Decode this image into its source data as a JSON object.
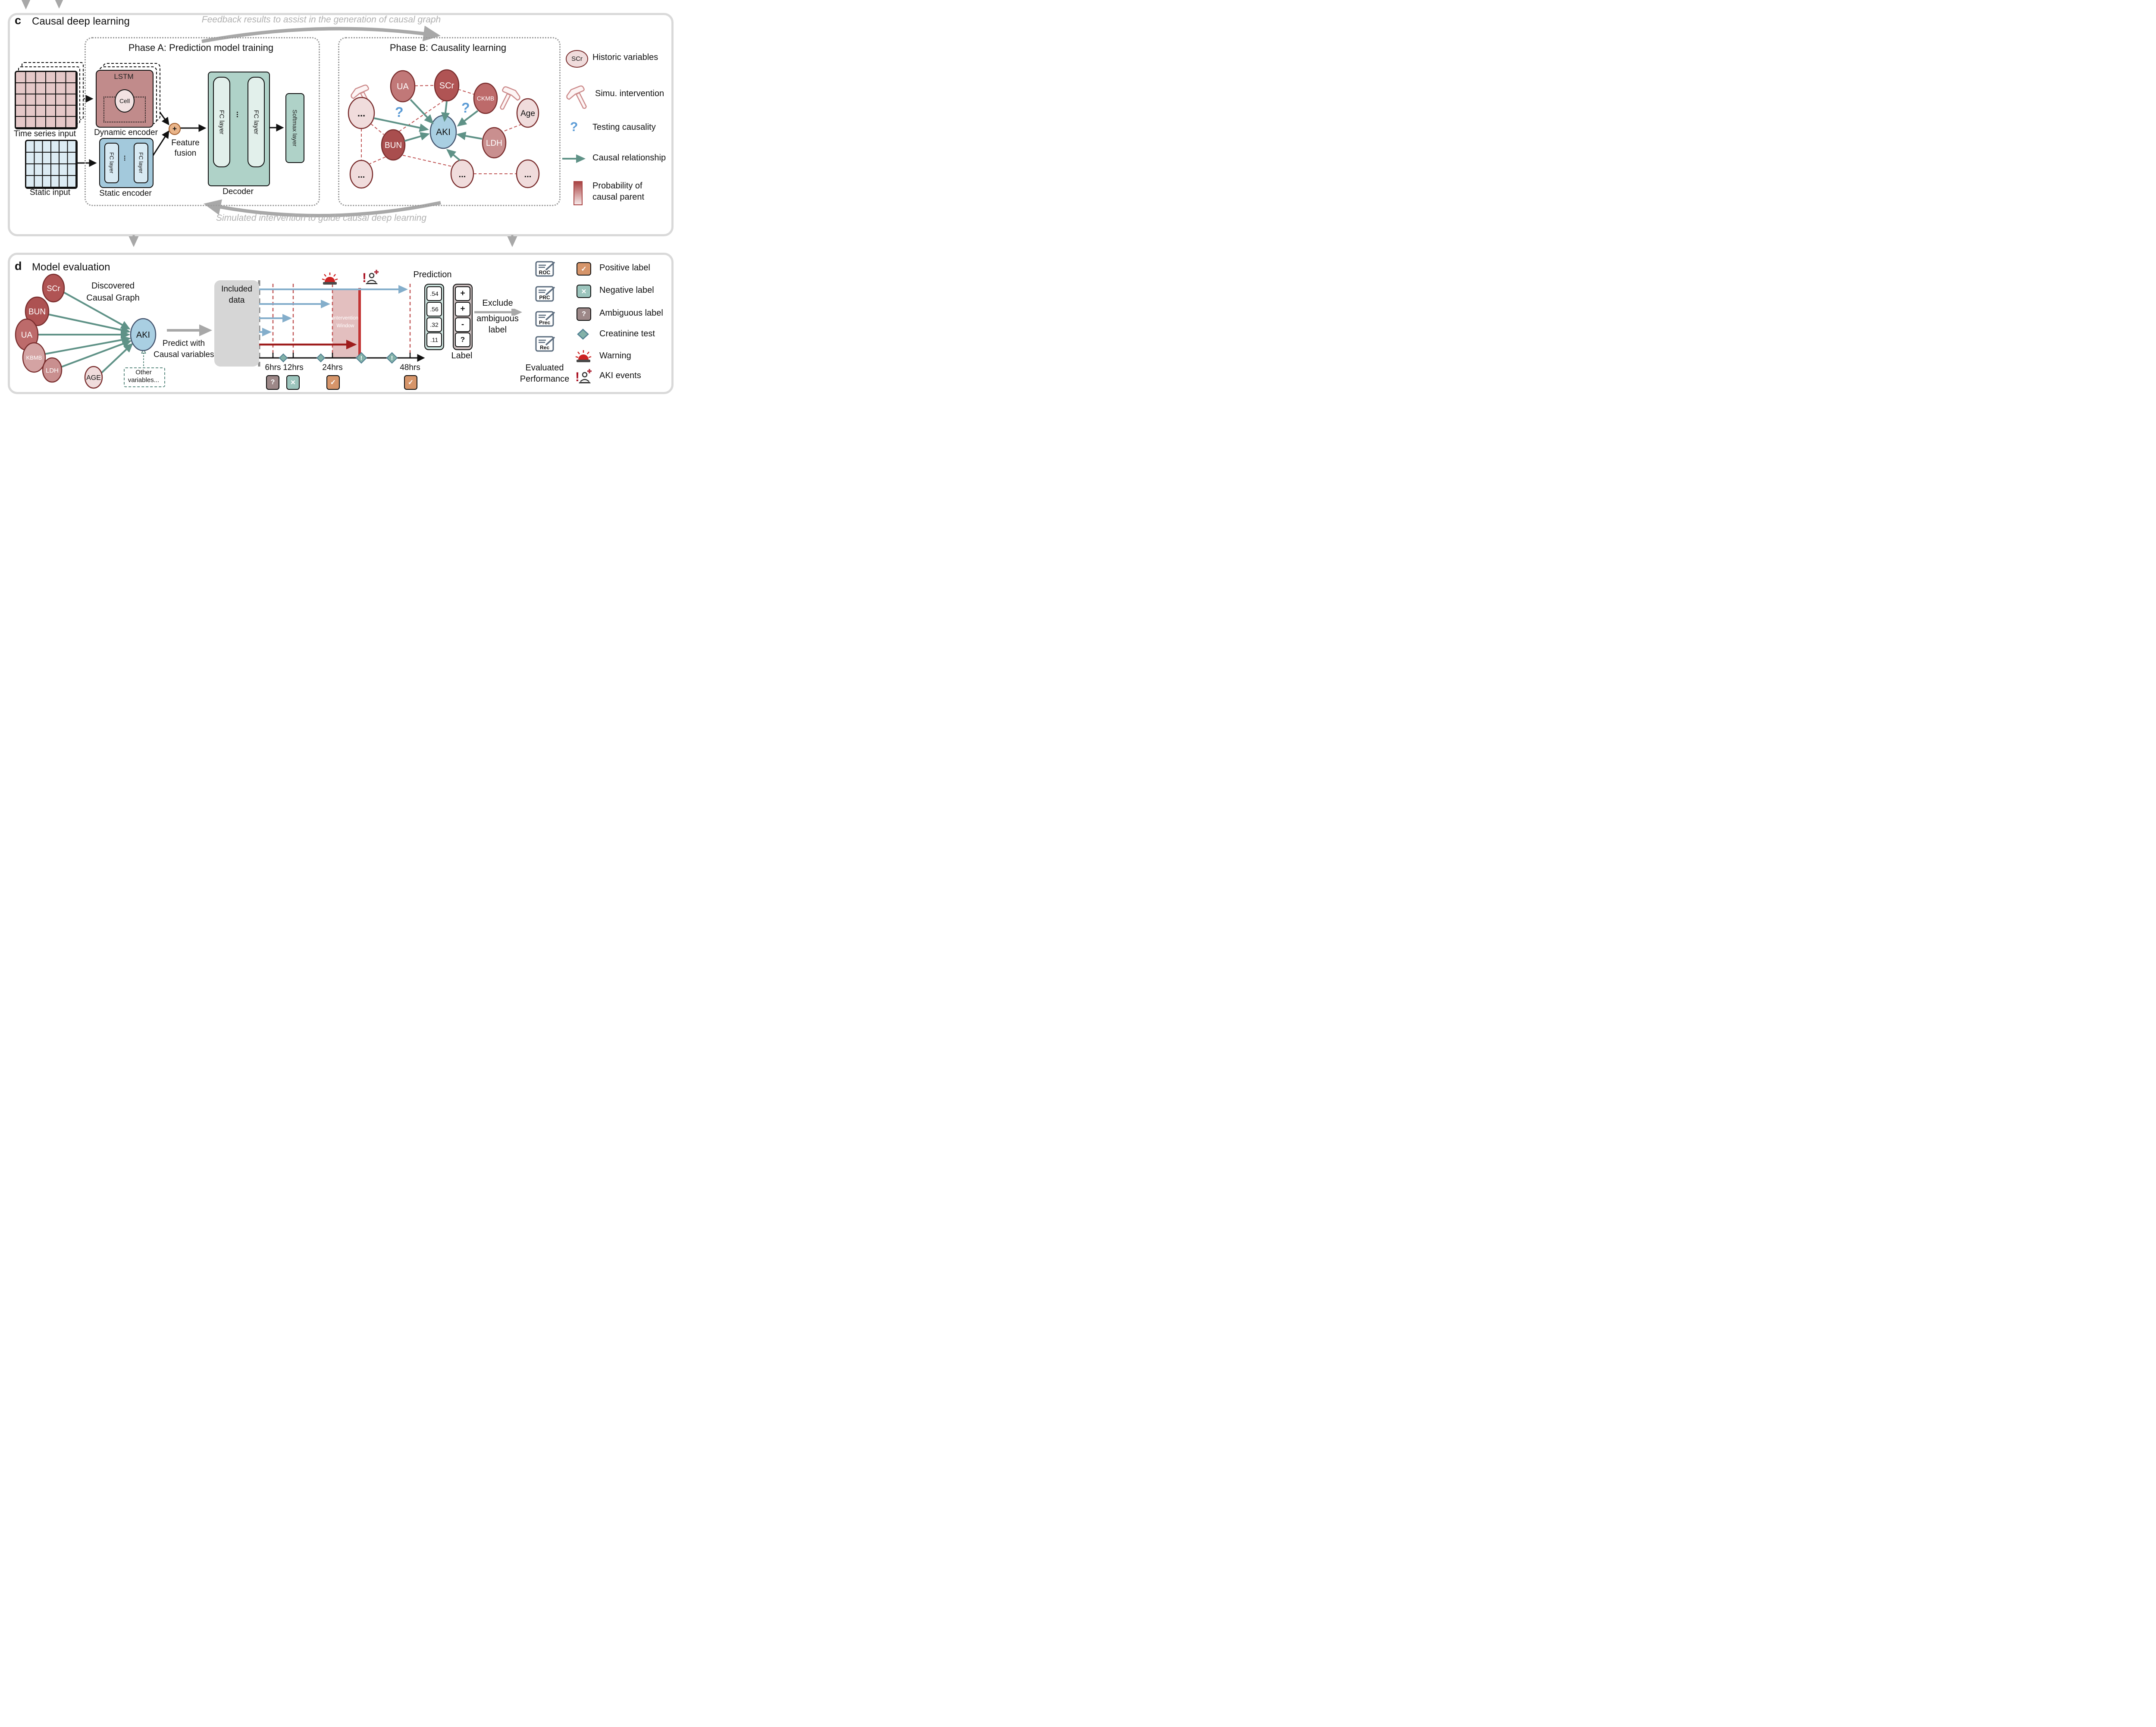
{
  "colors": {
    "panel_border": "#d9d9d9",
    "gray_arrow": "#a8a8a8",
    "teal_arrow": "#5f9287",
    "blue_arrow": "#84aecb",
    "red_arrow": "#9e1c1c",
    "red_dashed": "#c05555",
    "node_dark_red": "#b05454",
    "node_light_pink": "#f0dcdc",
    "aki_blue": "#a9cfe2",
    "question_blue": "#5b9bd5",
    "positive_orange": "#d6956a",
    "negative_teal": "#9cc5bd",
    "ambiguous_mauve": "#9d8888",
    "intervention_pink": "#c88080",
    "included_gray": "#d6d6d6"
  },
  "icons": {
    "question": "?",
    "exclaim": "!",
    "plus": "+",
    "check": "✓",
    "cross": "✕",
    "ellipsis": "..."
  },
  "panel_c": {
    "label": "c",
    "title": "Causal deep learning",
    "feedback_text": "Feedback results to assist in the generation of causal graph",
    "simulated_text": "Simulated intervention to guide causal deep learning",
    "phase_a": {
      "title": "Phase A: Prediction model training",
      "time_series_label": "Time series input",
      "static_input_label": "Static input",
      "lstm_label": "LSTM",
      "cell_label": "Cell",
      "dynamic_encoder_label": "Dynamic encoder",
      "static_encoder_label": "Static encoder",
      "fc_layer": "FC layer",
      "feature_fusion_line1": "Feature",
      "feature_fusion_line2": "fusion",
      "decoder_label": "Decoder",
      "softmax_label": "Softmax layer"
    },
    "phase_b": {
      "title": "Phase B: Causality learning",
      "nodes": {
        "ua": "UA",
        "scr": "SCr",
        "ckmb": "CKMB",
        "age": "Age",
        "bun": "BUN",
        "aki": "AKI",
        "ldh": "LDH"
      }
    },
    "legend": {
      "historic_node": "SCr",
      "items": [
        {
          "label": "Historic variables"
        },
        {
          "label": "Simu. intervention"
        },
        {
          "label": "Testing causality"
        },
        {
          "label": "Causal relationship"
        },
        {
          "label": "Probability of",
          "label2": "causal parent"
        }
      ]
    }
  },
  "panel_d": {
    "label": "d",
    "title": "Model evaluation",
    "graph": {
      "title_line1": "Discovered",
      "title_line2": "Causal Graph",
      "nodes": {
        "scr": "SCr",
        "bun": "BUN",
        "ua": "UA",
        "kbmb": "KBMB",
        "ldh": "LDH",
        "age": "AGE",
        "aki": "AKI"
      },
      "other_variables_line1": "Other",
      "other_variables_line2": "variables...",
      "predict_line1": "Predict with",
      "predict_line2": "Causal variables"
    },
    "timeline": {
      "included_line1": "Included",
      "included_line2": "data",
      "intervention_line1": "Intervention",
      "intervention_line2": "Window",
      "hours": [
        "6hrs",
        "12hrs",
        "24hrs",
        "48hrs"
      ],
      "labels_row": [
        "?",
        "✕",
        "✓",
        "✓"
      ]
    },
    "prediction": {
      "title": "Prediction",
      "values": [
        ".54",
        ".56",
        ".32",
        ".11"
      ]
    },
    "label_col": {
      "title": "Label",
      "values": [
        "+",
        "+",
        "-",
        "?"
      ]
    },
    "exclude_line1": "Exclude",
    "exclude_line2": "ambiguous",
    "exclude_line3": "label",
    "metrics": [
      "ROC",
      "PRC",
      "Prec",
      "Rec"
    ],
    "evaluated_line1": "Evaluated",
    "evaluated_line2": "Performance",
    "legend": [
      {
        "label": "Positive label"
      },
      {
        "label": "Negative label"
      },
      {
        "label": "Ambiguous label"
      },
      {
        "label": "Creatinine test"
      },
      {
        "label": "Warning"
      },
      {
        "label": "AKI events"
      }
    ]
  }
}
